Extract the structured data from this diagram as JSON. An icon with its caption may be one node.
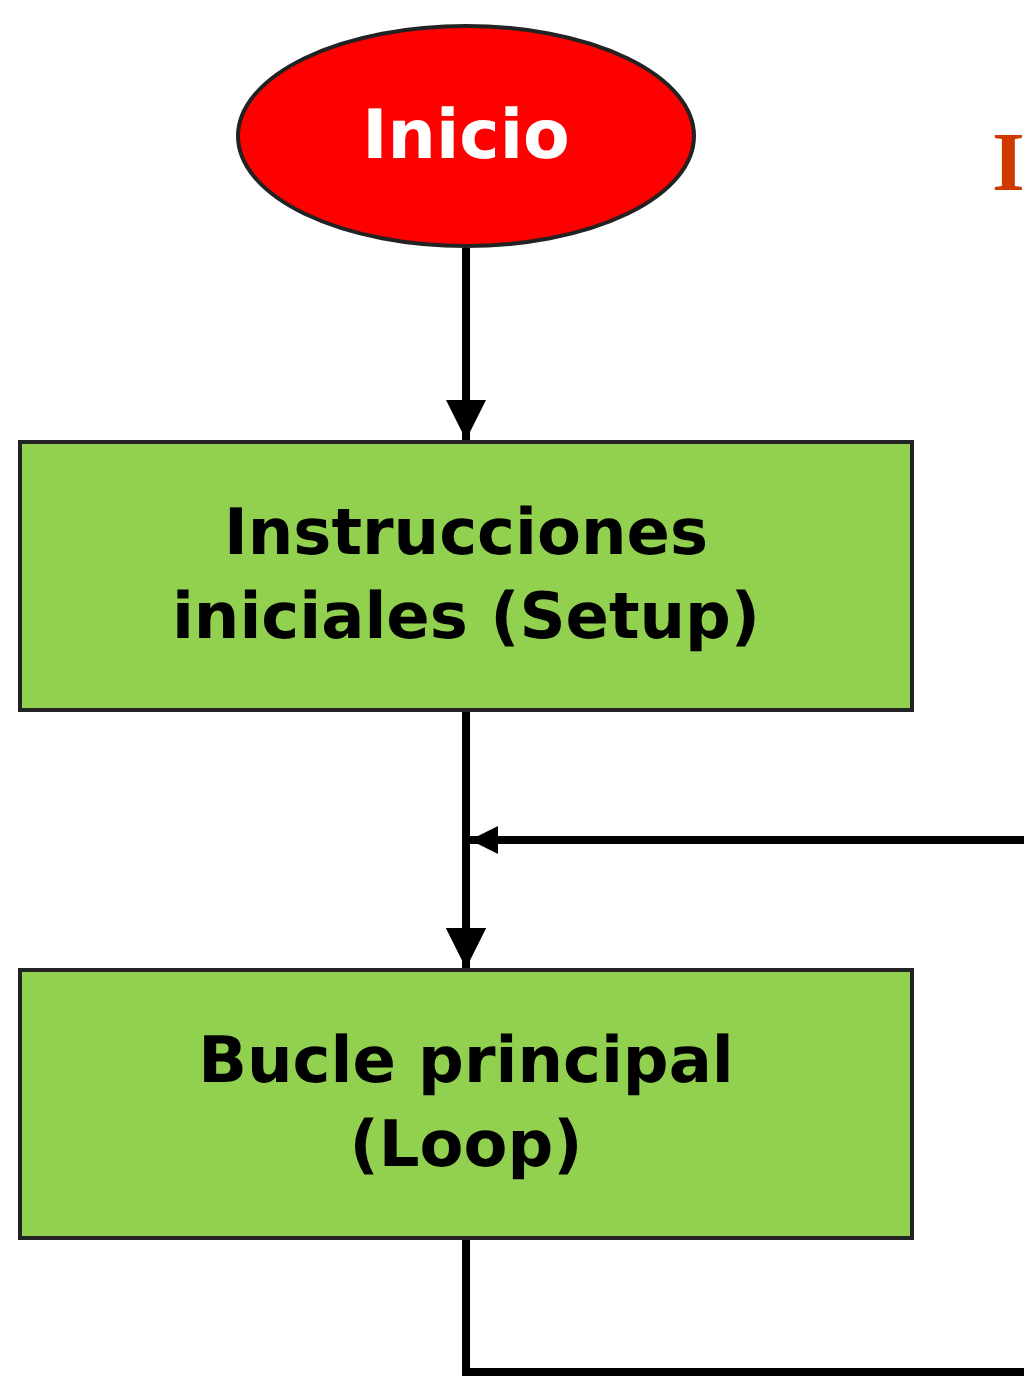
{
  "diagram": {
    "nodes": [
      {
        "text": [
          "Inicio"
        ]
      },
      {
        "text": [
          "Instrucciones iniciales (Setup)"
        ]
      },
      {
        "text": [
          "Bucle principal (Loop)"
        ]
      }
    ],
    "edges": [
      {
        "from": 0,
        "to": 1,
        "arrow": "to"
      },
      {
        "from": 1,
        "to": 2,
        "arrow": "to"
      },
      {
        "from": 2,
        "to": 2,
        "arrow": "to"
      }
    ],
    "labels": [
      "I"
    ]
  }
}
